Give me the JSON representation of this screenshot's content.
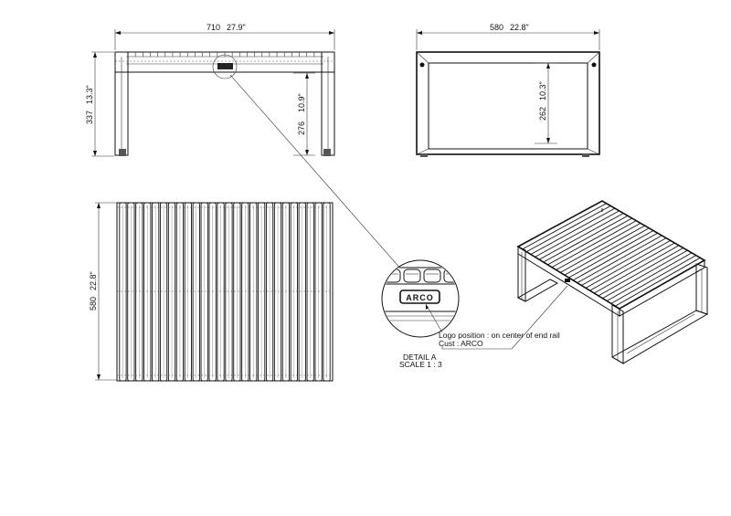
{
  "dimensions": {
    "front_width_mm": "710",
    "front_width_in": "27.9\"",
    "front_height_mm": "337",
    "front_height_in": "13.3\"",
    "front_inner_height_mm": "276",
    "front_inner_height_in": "10.9\"",
    "side_width_mm": "580",
    "side_width_in": "22.8\"",
    "side_inner_height_mm": "262",
    "side_inner_height_in": "10.3\"",
    "top_depth_mm": "580",
    "top_depth_in": "22.8\""
  },
  "detail": {
    "logo_text": "ARCO",
    "note_line1": "Logo position : on center of end rail",
    "note_line2": "Cust : ARCO",
    "label": "DETAIL A",
    "scale": "SCALE 1 : 3"
  },
  "top_view": {
    "slat_count": 26
  },
  "iso_view": {
    "slat_count": 24
  }
}
